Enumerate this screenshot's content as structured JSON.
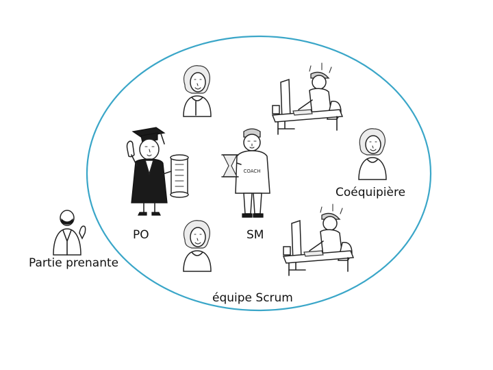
{
  "diagram": {
    "team_label": "équipe Scrum",
    "roles": {
      "po": "PO",
      "sm": "SM",
      "teammate": "Coéquipière",
      "stakeholder": "Partie prenante"
    },
    "coach_shirt_text": "COACH",
    "colors": {
      "ellipse_stroke": "#3aa6c8",
      "ink": "#222222"
    }
  }
}
